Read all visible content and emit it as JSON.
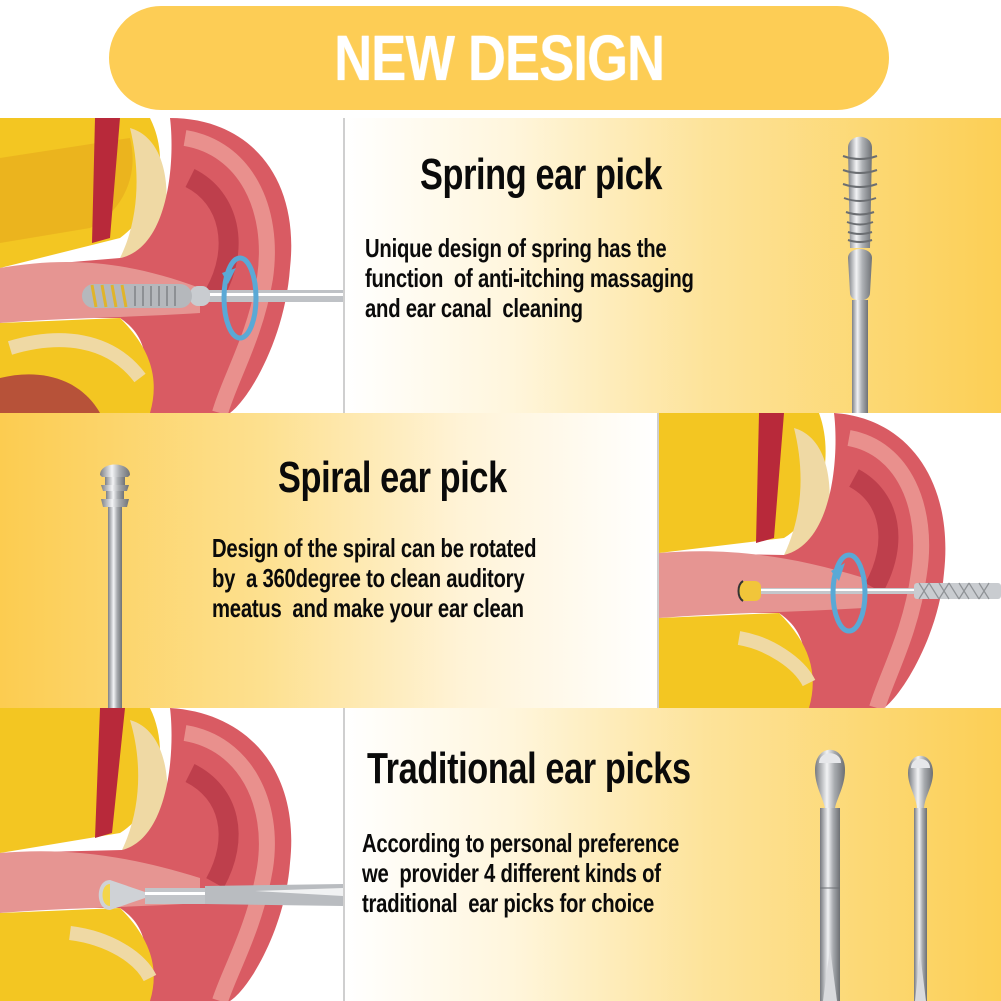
{
  "header": {
    "title": "NEW DESIGN",
    "background_color": "#fdcd55",
    "text_color": "#ffffff"
  },
  "sections": [
    {
      "title": "Spring ear pick",
      "description_lines": [
        "Unique design of spring has the",
        "function  of anti-itching massaging",
        "and ear canal  cleaning"
      ],
      "illustration": "ear-cross-section-with-spring-pick",
      "product_image": "spring-ear-pick",
      "layout": "illustration-left"
    },
    {
      "title": "Spiral ear pick",
      "description_lines": [
        "Design of the spiral can be rotated",
        "by  a 360degree to clean auditory",
        "meatus  and make your ear clean"
      ],
      "illustration": "ear-cross-section-with-spiral-pick",
      "product_image": "spiral-ear-pick",
      "layout": "illustration-right"
    },
    {
      "title": "Traditional ear picks",
      "description_lines": [
        "According to personal preference",
        "we  provider 4 different kinds of",
        "traditional  ear picks for choice"
      ],
      "illustration": "ear-cross-section-with-spoon-pick",
      "product_image": "traditional-spoon-ear-picks",
      "layout": "illustration-left"
    }
  ],
  "colors": {
    "accent_yellow": "#fccf55",
    "rotation_arrow": "#5aa9d6",
    "ear_red": "#c8434a",
    "bone_yellow": "#f2c21a"
  }
}
